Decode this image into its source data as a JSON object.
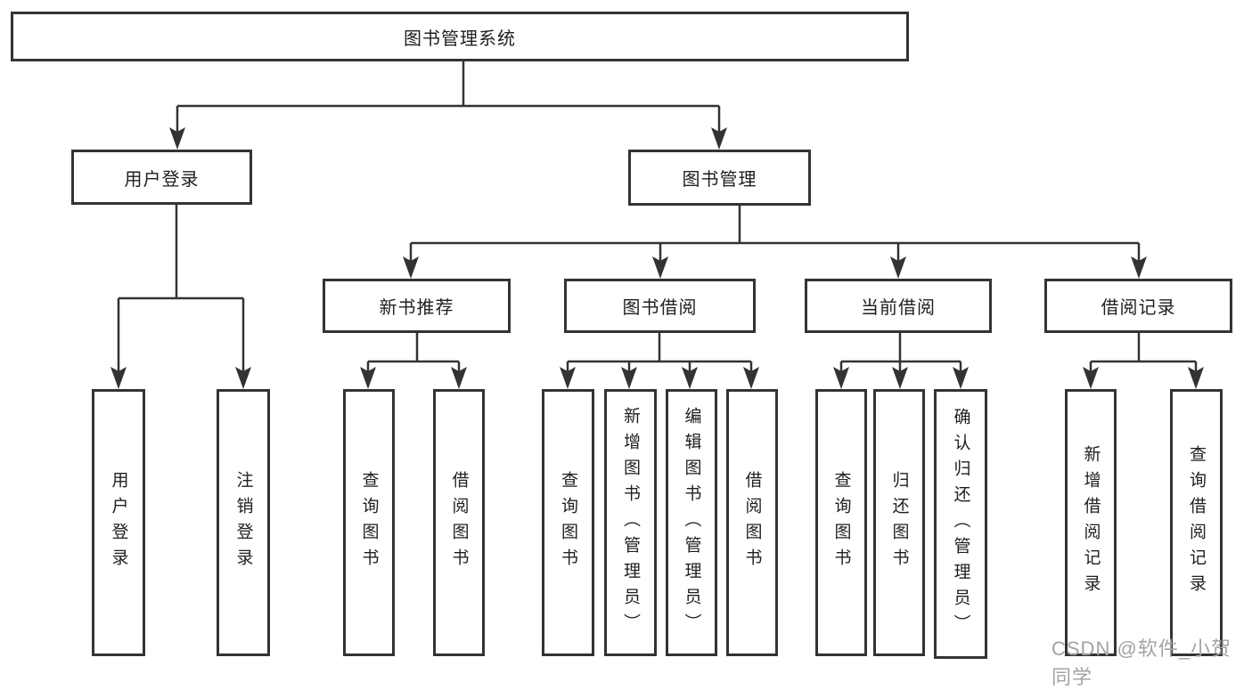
{
  "diagram": {
    "root": "图书管理系统",
    "branches": [
      {
        "label": "用户登录",
        "leaves": [
          "用户登录",
          "注销登录"
        ]
      },
      {
        "label": "图书管理",
        "groups": [
          {
            "label": "新书推荐",
            "leaves": [
              "查询图书",
              "借阅图书"
            ]
          },
          {
            "label": "图书借阅",
            "leaves": [
              "查询图书",
              "新增图书（管理员）",
              "编辑图书（管理员）",
              "借阅图书"
            ]
          },
          {
            "label": "当前借阅",
            "leaves": [
              "查询图书",
              "归还图书",
              "确认归还（管理员）"
            ]
          },
          {
            "label": "借阅记录",
            "leaves": [
              "新增借阅记录",
              "查询借阅记录"
            ]
          }
        ]
      }
    ]
  },
  "watermark": "CSDN @软件_小贺同学",
  "colors": {
    "line": "#333333",
    "text": "#1f1f1f",
    "background": "#ffffff",
    "watermark": "#a3a3a3"
  }
}
